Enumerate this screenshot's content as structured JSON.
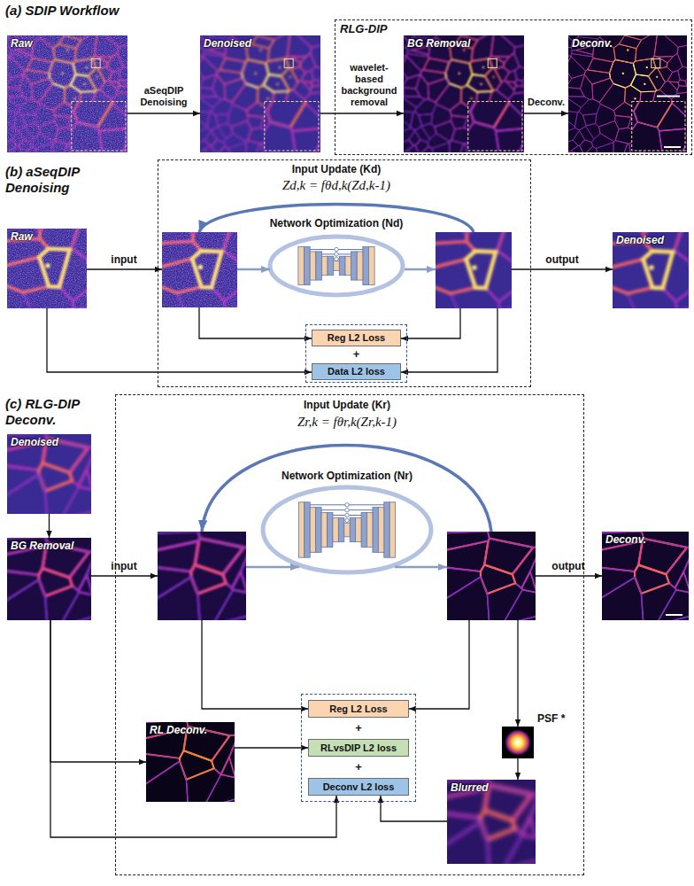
{
  "diagram": {
    "nodes": [
      {
        "text": [
          "Raw"
        ]
      },
      {
        "text": [
          "Denoised"
        ]
      },
      {
        "text": [
          "RLG-DIP"
        ]
      },
      {
        "text": [
          "BG Removal"
        ],
        "in": 2
      },
      {
        "text": [
          "Deconv."
        ],
        "in": 2
      },
      {
        "text": [
          "Raw"
        ]
      },
      {
        "text": [
          "Input Update (Kd)",
          "Zd,k = fθd,k(Zd,k-1)",
          "Network Optimization (Nd)"
        ]
      },
      {
        "text": [
          "+"
        ],
        "in": 6
      },
      {
        "text": [
          "Reg L2 Loss"
        ],
        "in": 7
      },
      {
        "text": [
          "Data L2 loss"
        ],
        "in": 7
      },
      {
        "text": [
          "Denoised"
        ]
      },
      {
        "text": [
          "Denoised"
        ]
      },
      {
        "text": [
          "BG Removal"
        ]
      },
      {
        "text": [
          "Input Update (Kr)",
          "Zr,k = fθr,k(Zr,k-1)",
          "Network Optimization (Nr)"
        ]
      },
      {
        "text": [
          "RL Deconv."
        ],
        "in": 13
      },
      {
        "text": [
          "+",
          "+"
        ],
        "in": 13
      },
      {
        "text": [
          "Reg L2 Loss"
        ],
        "in": 15
      },
      {
        "text": [
          "RLvsDIP L2 loss"
        ],
        "in": 15
      },
      {
        "text": [
          "Deconv L2 loss"
        ],
        "in": 15
      },
      {
        "text": [
          "PSF *"
        ],
        "in": 13
      },
      {
        "text": [
          "Blurred"
        ],
        "in": 13
      },
      {
        "text": [
          "Deconv."
        ]
      }
    ],
    "edges": [
      {
        "from": 0,
        "to": 1,
        "arrow": "to",
        "label": "aSeqDIP Denoising"
      },
      {
        "from": 1,
        "to": 3,
        "arrow": "to",
        "label": "wavelet-based background removal"
      },
      {
        "from": 3,
        "to": 4,
        "arrow": "to",
        "label": "Deconv."
      },
      {
        "from": 5,
        "to": 9,
        "arrow": "to"
      },
      {
        "from": 11,
        "to": 12,
        "arrow": "to"
      },
      {
        "from": 12,
        "to": 14,
        "arrow": "to"
      },
      {
        "from": 12,
        "to": 18,
        "arrow": "to"
      },
      {
        "from": 14,
        "to": 17,
        "arrow": "to"
      },
      {
        "from": 19,
        "to": 20,
        "arrow": "to"
      },
      {
        "from": 20,
        "to": 18,
        "arrow": "to"
      }
    ],
    "labels": [
      "(a) SDIP Workflow",
      "(b) aSeqDIP Denoising",
      "(c) RLG-DIP Deconv.",
      "input",
      "output",
      "input",
      "output"
    ]
  }
}
